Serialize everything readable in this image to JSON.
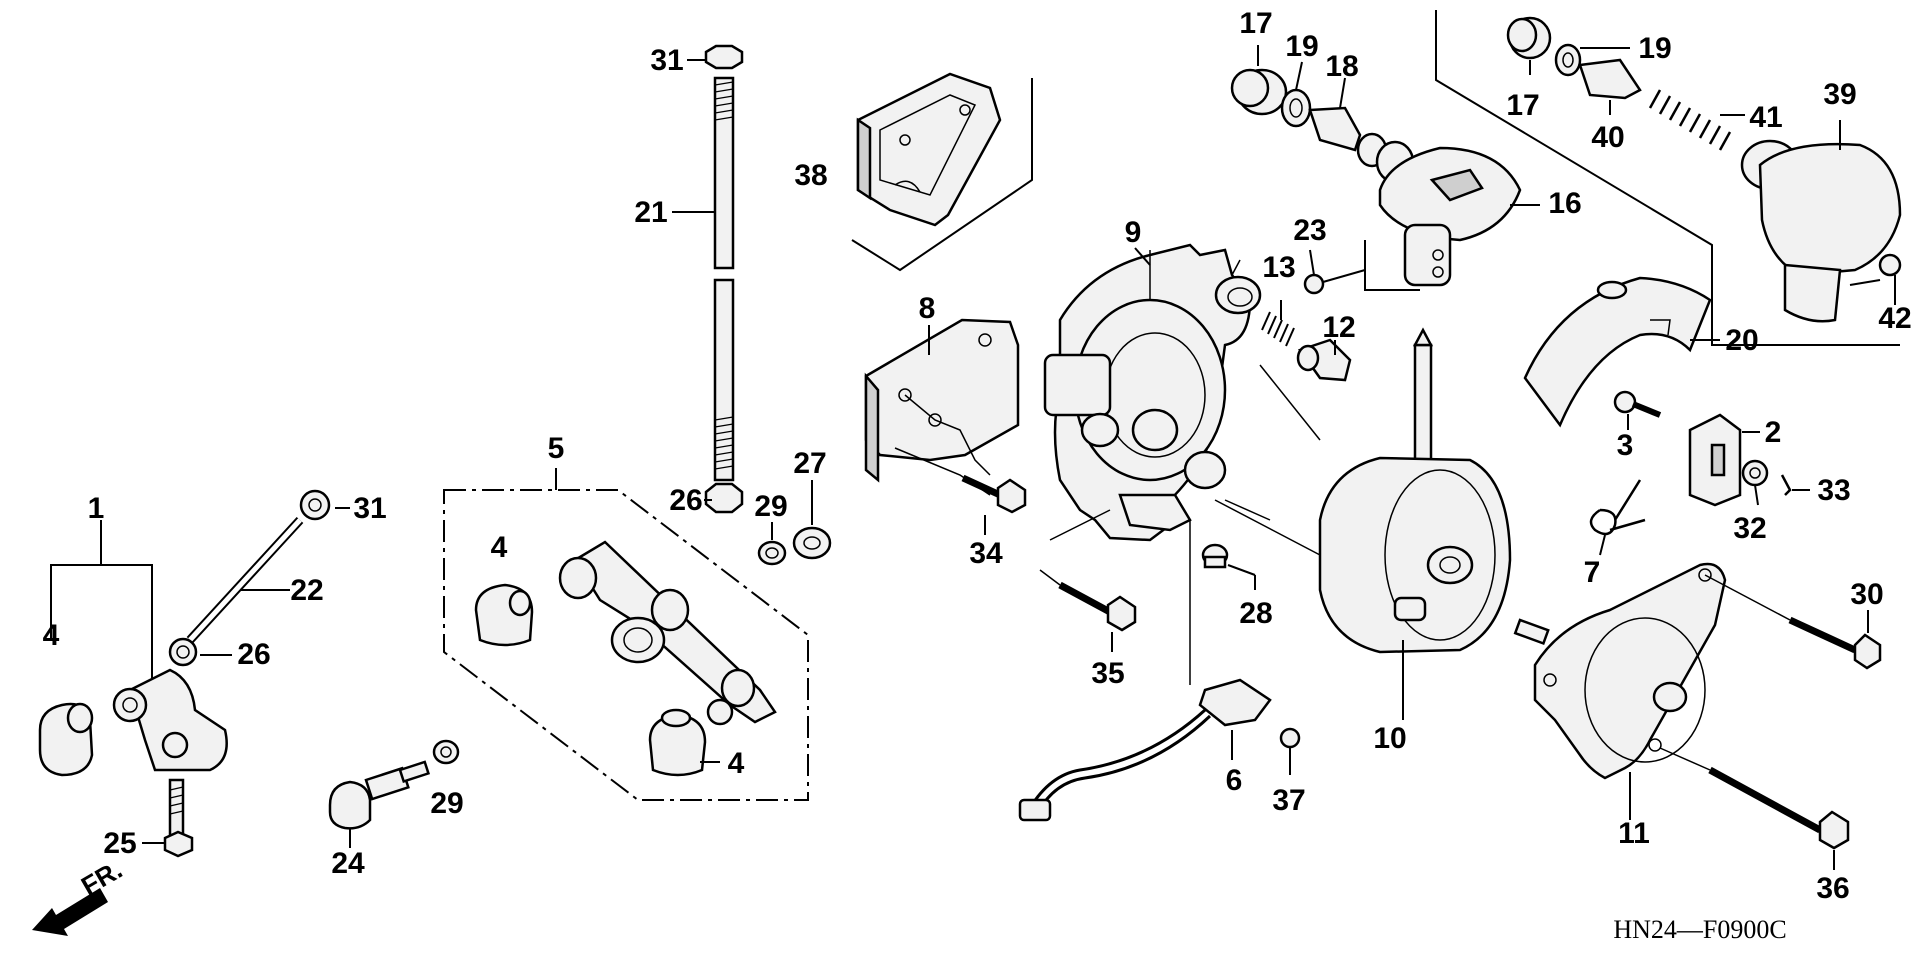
{
  "diagram_code": "HN24—F0900C",
  "front_label": "FR.",
  "callouts": {
    "c1": "1",
    "c2": "2",
    "c3": "3",
    "c4a": "4",
    "c4b": "4",
    "c4c": "4",
    "c5": "5",
    "c6": "6",
    "c7": "7",
    "c8": "8",
    "c9": "9",
    "c10": "10",
    "c11": "11",
    "c12": "12",
    "c13": "13",
    "c16": "16",
    "c17a": "17",
    "c17b": "17",
    "c18": "18",
    "c19a": "19",
    "c19b": "19",
    "c20": "20",
    "c21": "21",
    "c22": "22",
    "c23": "23",
    "c24": "24",
    "c25": "25",
    "c26a": "26",
    "c26b": "26",
    "c27": "27",
    "c28": "28",
    "c29a": "29",
    "c29b": "29",
    "c30": "30",
    "c31a": "31",
    "c31b": "31",
    "c32": "32",
    "c33": "33",
    "c34": "34",
    "c35": "35",
    "c36": "36",
    "c37": "37",
    "c38": "38",
    "c39": "39",
    "c40": "40",
    "c41": "41",
    "c42": "42"
  }
}
